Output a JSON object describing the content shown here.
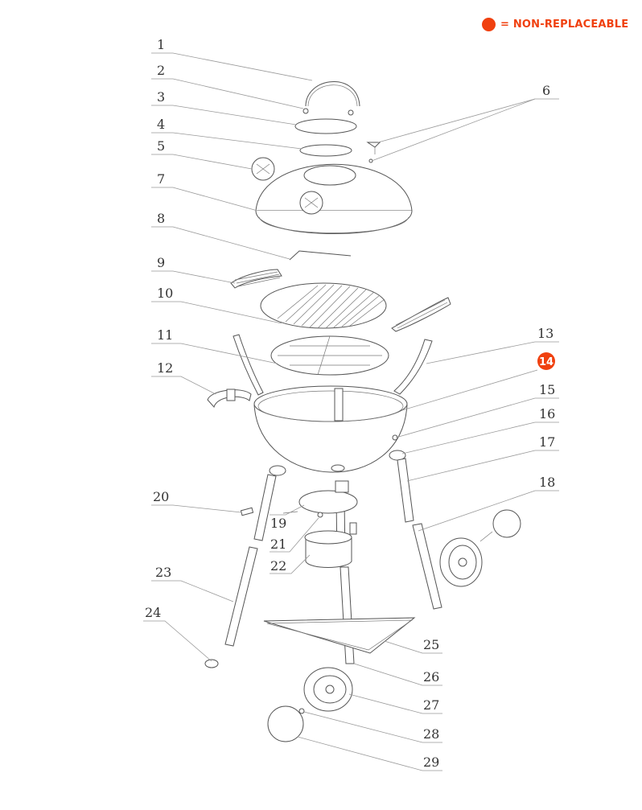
{
  "legend": {
    "label": "= NON-REPLACEABLE",
    "color": "#f0400f",
    "icon": "filled-circle"
  },
  "parts": [
    {
      "number": "1",
      "non_replaceable": false
    },
    {
      "number": "2",
      "non_replaceable": false
    },
    {
      "number": "3",
      "non_replaceable": false
    },
    {
      "number": "4",
      "non_replaceable": false
    },
    {
      "number": "5",
      "non_replaceable": false
    },
    {
      "number": "6",
      "non_replaceable": false
    },
    {
      "number": "7",
      "non_replaceable": false
    },
    {
      "number": "8",
      "non_replaceable": false
    },
    {
      "number": "9",
      "non_replaceable": false
    },
    {
      "number": "10",
      "non_replaceable": false
    },
    {
      "number": "11",
      "non_replaceable": false
    },
    {
      "number": "12",
      "non_replaceable": false
    },
    {
      "number": "13",
      "non_replaceable": false
    },
    {
      "number": "14",
      "non_replaceable": true
    },
    {
      "number": "15",
      "non_replaceable": false
    },
    {
      "number": "16",
      "non_replaceable": false
    },
    {
      "number": "17",
      "non_replaceable": false
    },
    {
      "number": "18",
      "non_replaceable": false
    },
    {
      "number": "19",
      "non_replaceable": false
    },
    {
      "number": "20",
      "non_replaceable": false
    },
    {
      "number": "21",
      "non_replaceable": false
    },
    {
      "number": "22",
      "non_replaceable": false
    },
    {
      "number": "23",
      "non_replaceable": false
    },
    {
      "number": "24",
      "non_replaceable": false
    },
    {
      "number": "25",
      "non_replaceable": false
    },
    {
      "number": "26",
      "non_replaceable": false
    },
    {
      "number": "27",
      "non_replaceable": false
    },
    {
      "number": "28",
      "non_replaceable": false
    },
    {
      "number": "29",
      "non_replaceable": false
    }
  ]
}
